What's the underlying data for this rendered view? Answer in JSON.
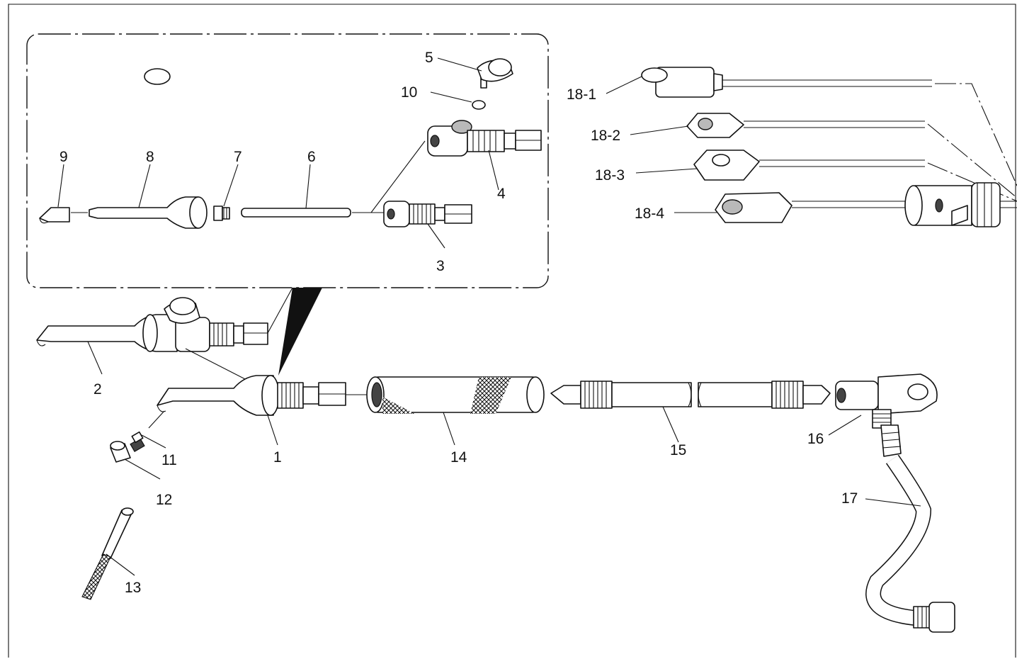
{
  "labels": {
    "p1": "1",
    "p2": "2",
    "p3": "3",
    "p4": "4",
    "p5": "5",
    "p6": "6",
    "p7": "7",
    "p8": "8",
    "p9": "9",
    "p10": "10",
    "p11": "11",
    "p12": "12",
    "p13": "13",
    "p14": "14",
    "p15": "15",
    "p16": "16",
    "p17": "17",
    "p18_1": "18-1",
    "p18_2": "18-2",
    "p18_3": "18-3",
    "p18_4": "18-4"
  },
  "colors": {
    "line": "#111111",
    "shade": "#b9b9b9",
    "background": "#ffffff"
  }
}
